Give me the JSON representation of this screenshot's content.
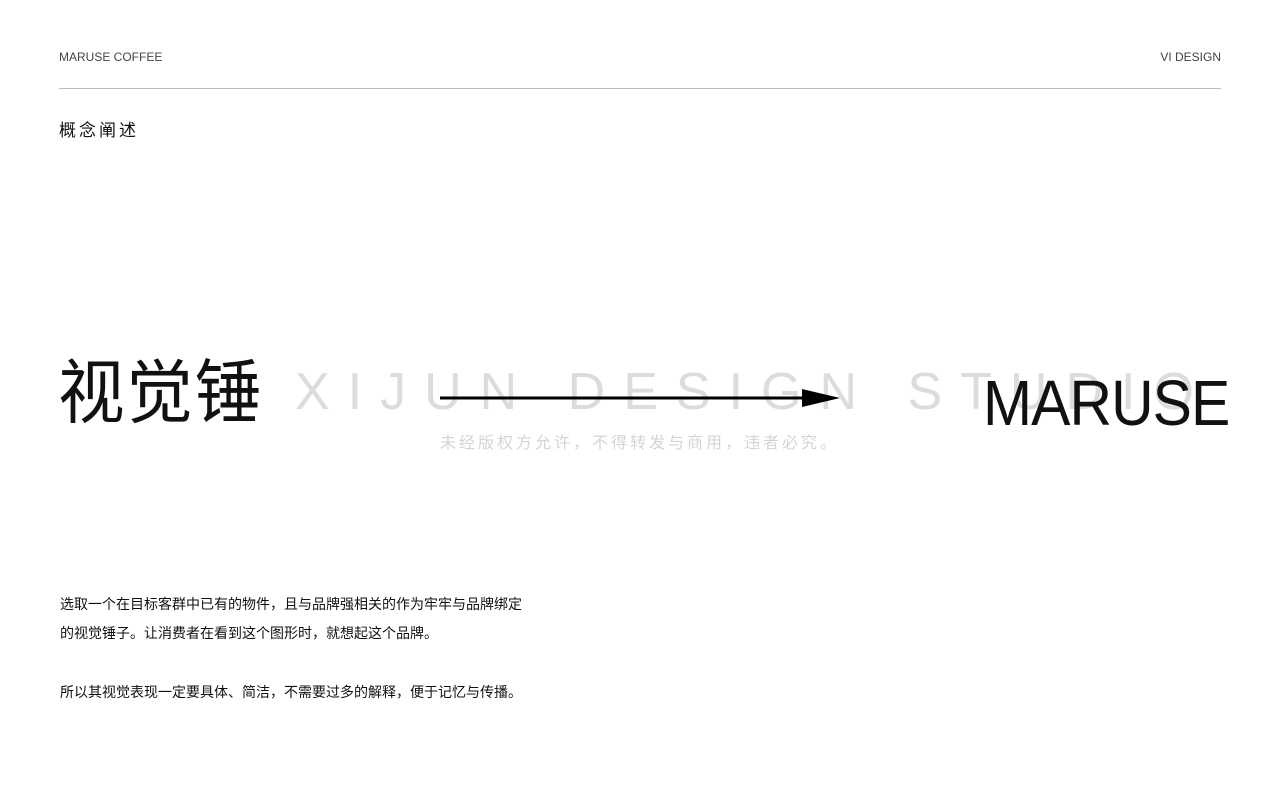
{
  "header": {
    "left_label": "MARUSE COFFEE",
    "right_label": "VI DESIGN"
  },
  "section": {
    "title": "概念阐述"
  },
  "hero": {
    "concept_label": "视觉锤",
    "brand_name": "MARUSE",
    "arrow_icon": "right-arrow-icon"
  },
  "watermark": {
    "english": "XIJUN DESIGN STUDIO",
    "chinese": "未经版权方允许，不得转发与商用，违者必究。"
  },
  "description": {
    "paragraph1_line1": "选取一个在目标客群中已有的物件，且与品牌强相关的作为牢牢与品牌绑定",
    "paragraph1_line2": "的视觉锤子。让消费者在看到这个图形时，就想起这个品牌。",
    "paragraph2": "所以其视觉表现一定要具体、简洁，不需要过多的解释，便于记忆与传播。"
  }
}
